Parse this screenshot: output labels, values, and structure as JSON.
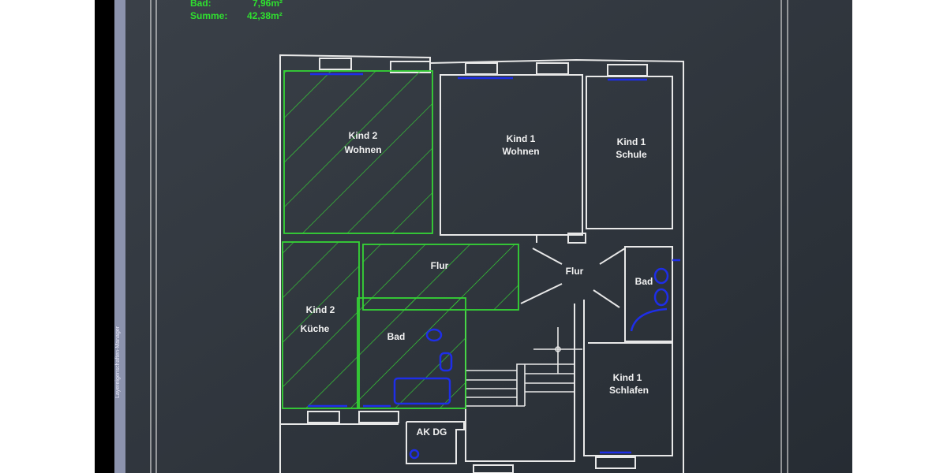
{
  "palette": {
    "label": "Layereigenschaften-Manager"
  },
  "area_info": {
    "rows": [
      {
        "label": "Bad:",
        "value": "7,96m²"
      },
      {
        "label": "Summe:",
        "value": "42,38m²"
      }
    ]
  },
  "rooms": {
    "kind2_wohnen": {
      "line1": "Kind 2",
      "line2": "Wohnen"
    },
    "kind1_wohnen": {
      "line1": "Kind 1",
      "line2": "Wohnen"
    },
    "kind1_schule": {
      "line1": "Kind 1",
      "line2": "Schule"
    },
    "flur_left": {
      "line1": "Flur"
    },
    "flur_right": {
      "line1": "Flur"
    },
    "bad_right": {
      "line1": "Bad"
    },
    "kind2_kueche": {
      "line1": "Kind 2",
      "line2": "Küche"
    },
    "bad_left": {
      "line1": "Bad"
    },
    "kind1_schlafen": {
      "line1": "Kind 1",
      "line2": "Schlafen"
    },
    "ak_dg": {
      "line1": "AK DG"
    }
  },
  "colors": {
    "background": "#2e353d",
    "walls": "#e8e8e8",
    "selection": "#35d435",
    "fixtures": "#1e2ee8",
    "info_text": "#2fe02f"
  }
}
